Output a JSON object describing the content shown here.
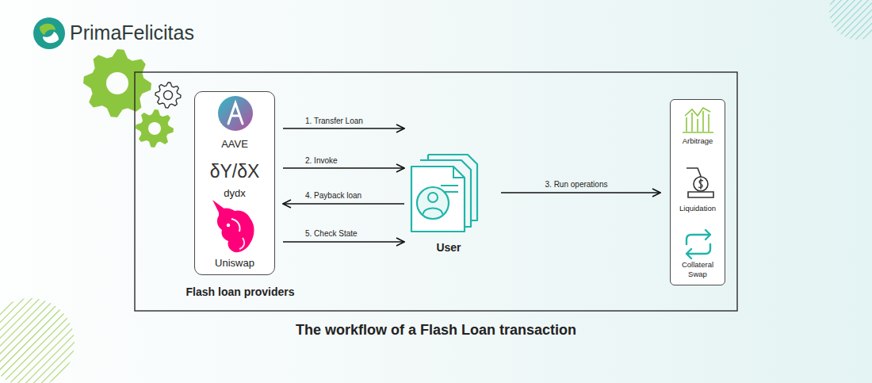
{
  "diagram": {
    "caption": "The workflow of a Flash Loan transaction",
    "nodes": [
      {
        "text": [
          "AAVE",
          "δY/δX",
          "dydx",
          "Uniswap",
          "Flash loan providers"
        ]
      },
      {
        "text": [
          "User"
        ]
      },
      {
        "text": [
          "Arbitrage",
          "Liquidation",
          "Collateral Swap"
        ]
      }
    ],
    "edges": [
      {
        "from": 0,
        "to": 1,
        "label": "1. Transfer Loan",
        "arrow": "to"
      },
      {
        "from": 0,
        "to": 1,
        "label": "2. Invoke",
        "arrow": "to"
      },
      {
        "from": 1,
        "to": 2,
        "label": "3. Run operations",
        "arrow": "to"
      },
      {
        "from": 1,
        "to": 0,
        "label": "4. Payback loan",
        "arrow": "to"
      },
      {
        "from": 0,
        "to": 1,
        "label": "5. Check State",
        "arrow": "to"
      }
    ],
    "labels": [
      "PrimaFelicitas"
    ]
  }
}
